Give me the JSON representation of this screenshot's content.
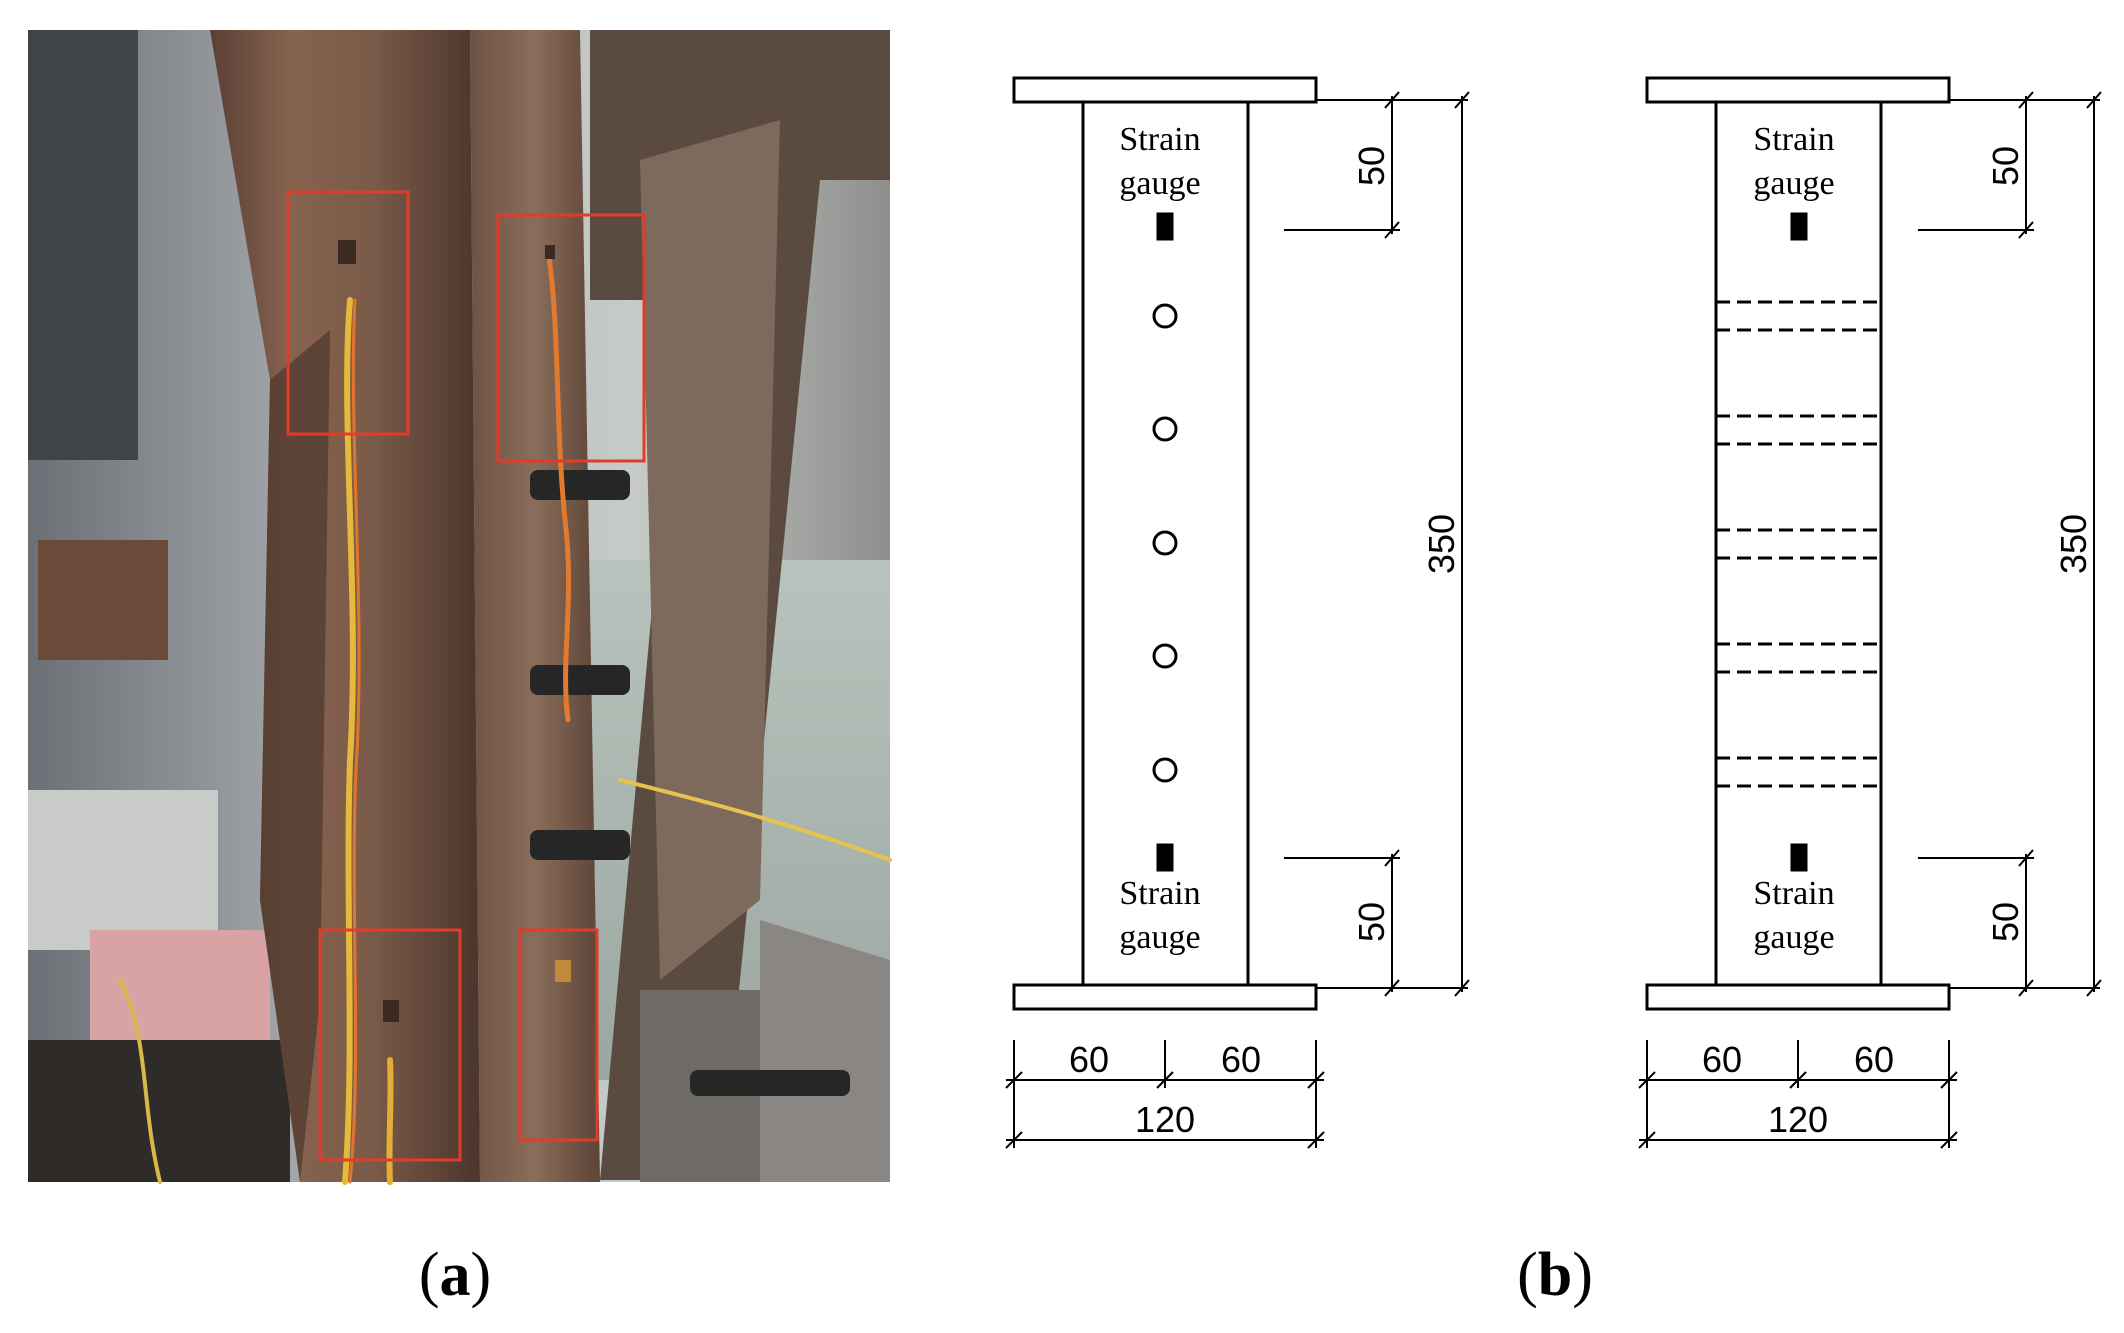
{
  "panel_a": {
    "caption_open": "(",
    "caption_letter": "a",
    "caption_close": ")",
    "box_color": "#e23b2a"
  },
  "panel_b": {
    "caption_open": "(",
    "caption_letter": "b",
    "caption_close": ")"
  },
  "drawings": [
    {
      "gauge_label_line1": "Strain",
      "gauge_label_line2": "gauge",
      "dim_top": "50",
      "dim_bottom": "50",
      "dim_height": "350",
      "dim_left_half": "60",
      "dim_right_half": "60",
      "dim_width": "120"
    },
    {
      "gauge_label_line1": "Strain",
      "gauge_label_line2": "gauge",
      "dim_top": "50",
      "dim_bottom": "50",
      "dim_height": "350",
      "dim_left_half": "60",
      "dim_right_half": "60",
      "dim_width": "120"
    }
  ]
}
